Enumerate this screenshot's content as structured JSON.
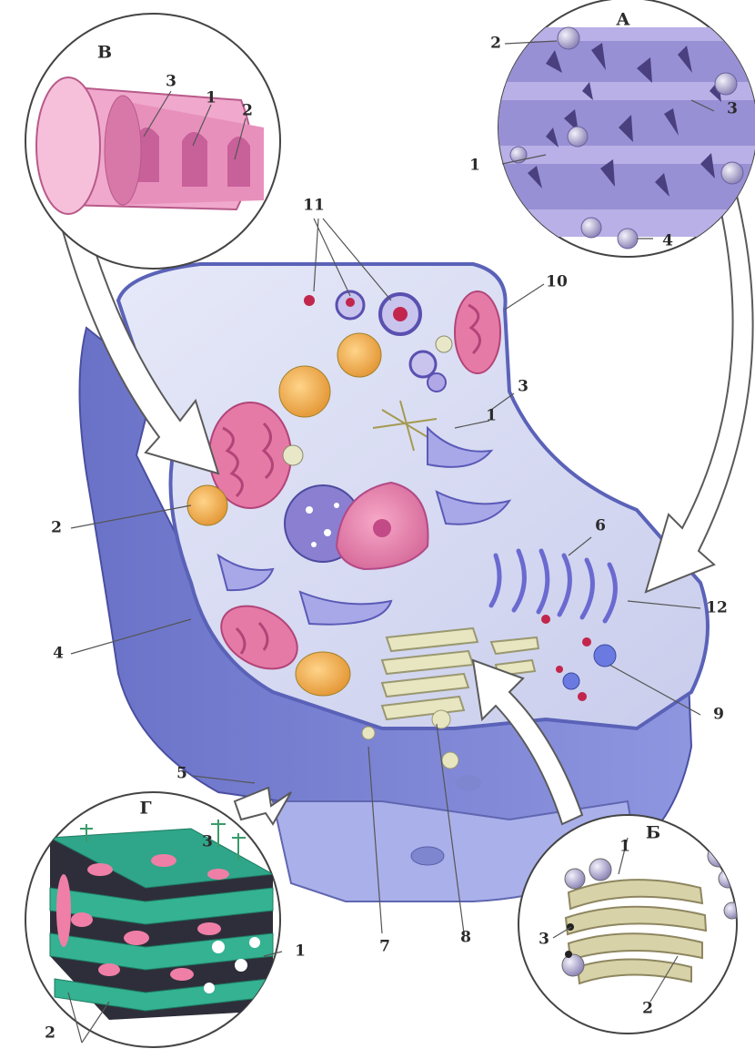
{
  "diagram": {
    "insets": {
      "A": {
        "letter": "А",
        "labels": [
          "1",
          "2",
          "3",
          "4"
        ]
      },
      "B": {
        "letter": "В",
        "labels": [
          "1",
          "2",
          "3"
        ]
      },
      "G": {
        "letter": "Г",
        "labels": [
          "1",
          "2",
          "3"
        ]
      },
      "Bb": {
        "letter": "Б",
        "labels": [
          "1",
          "2",
          "3"
        ]
      }
    },
    "cell_labels": [
      "1",
      "2",
      "3",
      "4",
      "5",
      "6",
      "7",
      "8",
      "9",
      "10",
      "11",
      "12"
    ]
  }
}
